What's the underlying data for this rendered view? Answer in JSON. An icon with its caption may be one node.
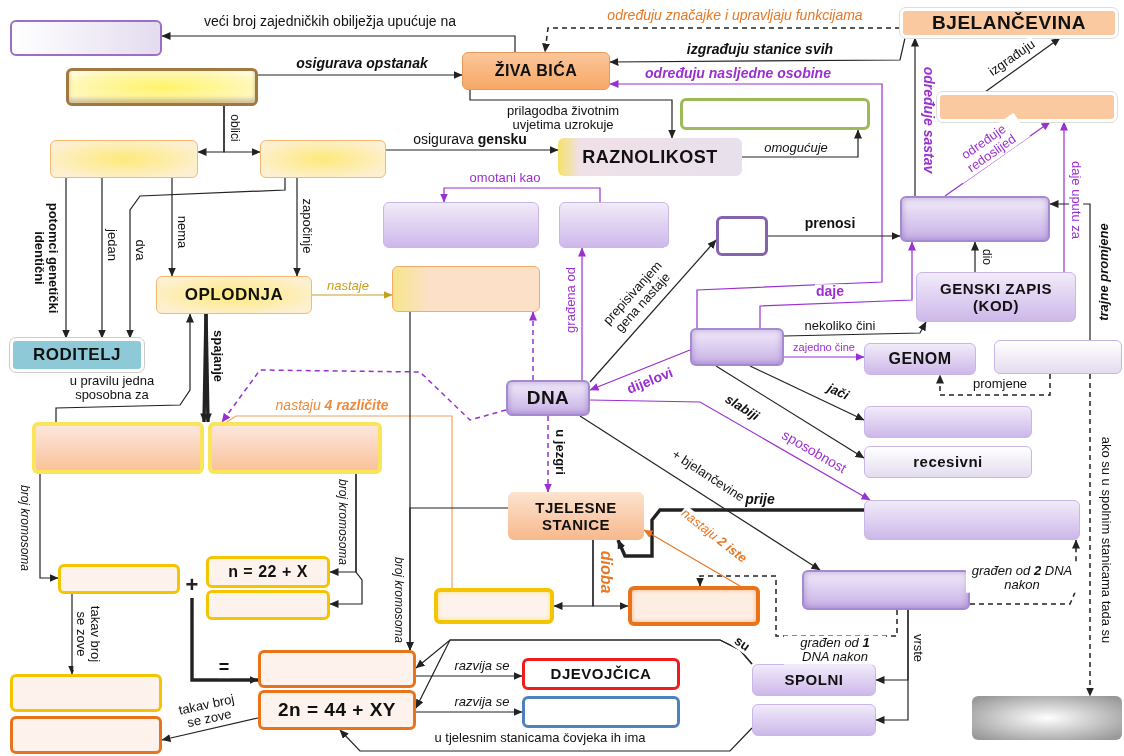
{
  "diagram": {
    "nodes": [
      {
        "text": [],
        "shape": "box"
      },
      {
        "text": [
          "ŽIVA BIĆA"
        ]
      },
      {
        "text": [
          "BJELANČEVINA"
        ]
      },
      {
        "text": [],
        "shape": "box"
      },
      {
        "text": [],
        "shape": "box"
      },
      {
        "text": [],
        "shape": "box"
      },
      {
        "text": [],
        "shape": "box"
      },
      {
        "text": [
          "RAZNOLIKOST"
        ]
      },
      {
        "text": [],
        "shape": "box"
      },
      {
        "text": [],
        "shape": "box"
      },
      {
        "text": [],
        "shape": "box"
      },
      {
        "text": [],
        "shape": "box"
      },
      {
        "text": [],
        "shape": "box"
      },
      {
        "text": [
          "OPLODNJA"
        ]
      },
      {
        "text": [],
        "shape": "box"
      },
      {
        "text": [
          "GENSKI ZAPIS (KOD)"
        ]
      },
      {
        "text": [
          "RODITELJ"
        ]
      },
      {
        "text": [],
        "shape": "box"
      },
      {
        "text": [
          "GENOM"
        ]
      },
      {
        "text": [],
        "shape": "box"
      },
      {
        "text": [
          "DNA"
        ]
      },
      {
        "text": [],
        "shape": "box"
      },
      {
        "text": [],
        "shape": "box"
      },
      {
        "text": [],
        "shape": "box"
      },
      {
        "text": [
          "recesivni"
        ]
      },
      {
        "text": [
          "TJELESNE STANICE"
        ]
      },
      {
        "text": [],
        "shape": "box"
      },
      {
        "text": [],
        "shape": "box"
      },
      {
        "text": [
          "n = 22 + X"
        ]
      },
      {
        "text": [],
        "shape": "box"
      },
      {
        "text": [],
        "shape": "box"
      },
      {
        "text": [],
        "shape": "box"
      },
      {
        "text": [],
        "shape": "box"
      },
      {
        "text": [],
        "shape": "box"
      },
      {
        "text": [
          "2n = 44 + XY"
        ]
      },
      {
        "text": [
          "DJEVOJČICA"
        ]
      },
      {
        "text": [],
        "shape": "box"
      },
      {
        "text": [
          "SPOLNI"
        ]
      },
      {
        "text": [],
        "shape": "box"
      },
      {
        "text": [],
        "shape": "box"
      },
      {
        "text": [],
        "shape": "box"
      },
      {
        "text": [],
        "shape": "box"
      },
      {
        "text": [
          "+"
        ]
      }
    ],
    "edges": [
      {
        "from": 1,
        "to": 0,
        "arrow": "to",
        "label": "veći broj zajedničkih obilježja upućuje na"
      },
      {
        "from": 3,
        "to": 1,
        "arrow": "to",
        "label": "osigurava opstanak"
      },
      {
        "from": 2,
        "to": 1,
        "arrow": "to",
        "label": "izgrađuju stanice svih"
      },
      {
        "from": 2,
        "to": 1,
        "arrow": "to",
        "label": "određuju značajke i upravljaju funkcijama",
        "style": "dashed"
      },
      {
        "from": 17,
        "to": 1,
        "arrow": "to",
        "label": "određuju nasljedne osobine",
        "color": "#9b30d0"
      },
      {
        "from": 1,
        "to": 7,
        "arrow": "to",
        "label": "prilagodba životnim uvjetima uzrokuje"
      },
      {
        "from": 7,
        "to": 4,
        "arrow": "to",
        "label": "omogućuje"
      },
      {
        "from": 3,
        "to": 5,
        "arrow": "to",
        "label": "oblici"
      },
      {
        "from": 3,
        "to": 6,
        "arrow": "to"
      },
      {
        "from": 6,
        "to": 7,
        "arrow": "to",
        "label": "osigurava **gensku**"
      },
      {
        "from": 5,
        "to": 16,
        "arrow": "to",
        "label": "potomci genetički identični"
      },
      {
        "from": 5,
        "to": 16,
        "arrow": "to",
        "label": "jedan"
      },
      {
        "from": 6,
        "to": 16,
        "arrow": "to",
        "label": "dva"
      },
      {
        "from": 5,
        "to": 13,
        "arrow": "to",
        "label": "nema"
      },
      {
        "from": 6,
        "to": 13,
        "arrow": "to",
        "label": "započinje"
      },
      {
        "from": 13,
        "to": 14,
        "arrow": "to",
        "label": "nastaje",
        "color": "#c8a020"
      },
      {
        "from": 10,
        "to": 9,
        "arrow": "to",
        "label": "omotani kao",
        "color": "#9b30d0"
      },
      {
        "from": 20,
        "to": 10,
        "arrow": "to",
        "label": "građena od",
        "color": "#9b30d0"
      },
      {
        "from": 20,
        "to": 11,
        "arrow": "to",
        "label": "prepisivanjem gena nastaje"
      },
      {
        "from": 11,
        "to": 12,
        "arrow": "to",
        "label": "prenosi"
      },
      {
        "from": 12,
        "to": 2,
        "arrow": "to",
        "label": "određuje sastav"
      },
      {
        "from": 8,
        "to": 2,
        "arrow": "to",
        "label": "izgrađuju"
      },
      {
        "from": 12,
        "to": 8,
        "arrow": "to",
        "label": "određuje redoslijed",
        "color": "#9b30d0"
      },
      {
        "from": 15,
        "to": 8,
        "arrow": "to",
        "label": "daje uputu za",
        "color": "#9b30d0"
      },
      {
        "from": 15,
        "to": 12,
        "arrow": "to",
        "label": "dio"
      },
      {
        "from": 17,
        "to": 12,
        "arrow": "to",
        "label": "daje",
        "color": "#9b30d0"
      },
      {
        "from": 19,
        "to": 12,
        "arrow": "to",
        "label": "trajne promjene"
      },
      {
        "from": 19,
        "to": 39,
        "arrow": "to",
        "label": "ako su u spolnim stanicama tada su",
        "style": "dashed"
      },
      {
        "from": 17,
        "to": 20,
        "arrow": "to",
        "label": "dijelovi",
        "color": "#9b30d0"
      },
      {
        "from": 17,
        "to": 15,
        "arrow": "to",
        "label": "nekoliko čini"
      },
      {
        "from": 17,
        "to": 18,
        "arrow": "to",
        "label": "zajedno čine",
        "color": "#9b30d0"
      },
      {
        "from": 19,
        "to": 18,
        "arrow": "to",
        "label": "promjene",
        "style": "dashed"
      },
      {
        "from": 17,
        "to": 23,
        "arrow": "to",
        "label": "jači"
      },
      {
        "from": 17,
        "to": 24,
        "arrow": "to",
        "label": "slabiji"
      },
      {
        "from": 20,
        "to": 26,
        "arrow": "to",
        "label": "sposobnost",
        "color": "#9b30d0"
      },
      {
        "from": 20,
        "to": 32,
        "arrow": "to",
        "label": "+ bjelančevine"
      },
      {
        "from": 20,
        "to": 25,
        "arrow": "to",
        "label": "u jezgri",
        "style": "dashed",
        "color": "#9b30d0"
      },
      {
        "from": 20,
        "to": 14,
        "arrow": "to",
        "style": "dashed",
        "color": "#9b30d0"
      },
      {
        "from": 20,
        "to": 22,
        "arrow": "to",
        "style": "dashed",
        "color": "#9b30d0"
      },
      {
        "from": 26,
        "to": 25,
        "arrow": "to",
        "label": "prije",
        "style": "thick"
      },
      {
        "from": 32,
        "to": 31,
        "arrow": "to",
        "label": "građen od **1** DNA nakon",
        "style": "dashed"
      },
      {
        "from": 32,
        "to": 26,
        "arrow": "to",
        "label": "građen od **2** DNA nakon",
        "style": "dashed"
      },
      {
        "from": 25,
        "to": 30,
        "arrow": "to",
        "label": "dioba"
      },
      {
        "from": 25,
        "to": 31,
        "arrow": "to"
      },
      {
        "from": 31,
        "to": 25,
        "arrow": "to",
        "label": "nastaju **2 iste**",
        "color": "#e87722"
      },
      {
        "from": 30,
        "to": 22,
        "arrow": "to",
        "label": "nastaju **4 različite**",
        "color": "#f5a060"
      },
      {
        "from": 21,
        "to": 13,
        "arrow": "to",
        "label": "u pravilu jedna sposobna za"
      },
      {
        "from": 13,
        "to": 21,
        "arrow": "to",
        "label": "spajanje",
        "style": "thick"
      },
      {
        "from": 13,
        "to": 22,
        "arrow": "to",
        "style": "thick"
      },
      {
        "from": 21,
        "to": 27,
        "arrow": "to",
        "label": "broj kromosoma"
      },
      {
        "from": 22,
        "to": 28,
        "arrow": "to",
        "label": "broj kromosoma"
      },
      {
        "from": 22,
        "to": 29,
        "arrow": "to"
      },
      {
        "from": 27,
        "to": 40,
        "arrow": "to",
        "label": "takav broj se zove"
      },
      {
        "from": 14,
        "to": 33,
        "arrow": "to",
        "label": "broj kromosoma"
      },
      {
        "from": 25,
        "to": 33,
        "arrow": "to"
      },
      {
        "from": 42,
        "to": 33,
        "arrow": "to",
        "label": "=",
        "style": "thick"
      },
      {
        "from": 33,
        "to": 35,
        "arrow": "to",
        "label": "razvija se"
      },
      {
        "from": 34,
        "to": 36,
        "arrow": "to",
        "label": "razvija se"
      },
      {
        "from": 34,
        "to": 41,
        "arrow": "to",
        "label": "takav broj se zove"
      },
      {
        "from": 37,
        "to": 33,
        "arrow": "to",
        "label": "su"
      },
      {
        "from": 37,
        "to": 34,
        "arrow": "to"
      },
      {
        "from": 38,
        "to": 34,
        "arrow": "to",
        "label": "u tjelesnim stanicama čovjeka ih ima"
      },
      {
        "from": 32,
        "to": 37,
        "arrow": "to",
        "label": "vrste"
      },
      {
        "from": 32,
        "to": 38,
        "arrow": "to"
      }
    ]
  }
}
